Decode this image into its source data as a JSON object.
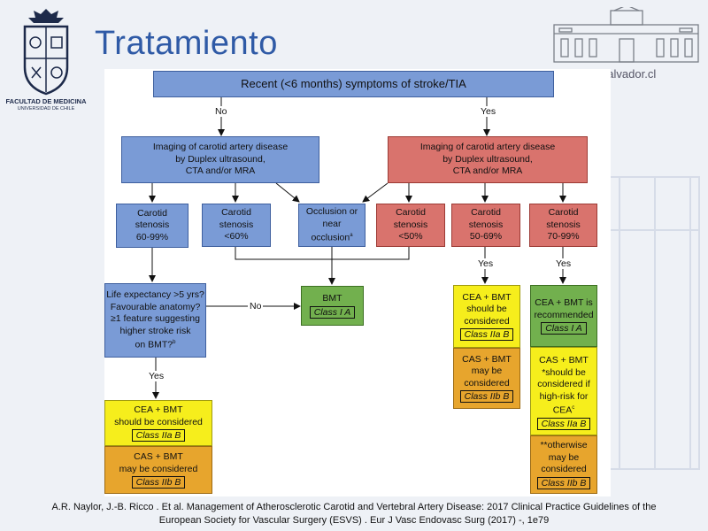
{
  "slide": {
    "title": "Tratamiento",
    "logo_left": {
      "faculty": "FACULTAD DE MEDICINA",
      "university": "UNIVERSIDAD DE CHILE"
    },
    "logo_right": {
      "url": "ugiahsalvador.cl"
    },
    "citation_line1": "A.R. Naylor, J.-B. Ricco . Et al. Management of Atherosclerotic Carotid and Vertebral Artery Disease: 2017 Clinical Practice Guidelines of the",
    "citation_line2": "European Society for Vascular Surgery (ESVS) . Eur J Vasc Endovasc Surg (2017) -, 1e79"
  },
  "flow": {
    "top": "Recent (<6 months) symptoms of stroke/TIA",
    "no_label": "No",
    "yes_label": "Yes",
    "imaging_left": {
      "l1": "Imaging of carotid artery disease",
      "l2": "by Duplex ultrasound,",
      "l3": "CTA and/or MRA"
    },
    "imaging_right": {
      "l1": "Imaging of carotid artery disease",
      "l2": "by Duplex ultrasound,",
      "l3": "CTA and/or MRA"
    },
    "stenosis_60_99": {
      "l1": "Carotid",
      "l2": "stenosis",
      "l3": "60-99%"
    },
    "stenosis_lt60": {
      "l1": "Carotid",
      "l2": "stenosis",
      "l3": "<60%"
    },
    "occlusion": {
      "l1": "Occlusion or",
      "l2": "near",
      "l3": "occlusion",
      "sup": "a"
    },
    "stenosis_lt50": {
      "l1": "Carotid",
      "l2": "stenosis",
      "l3": "<50%"
    },
    "stenosis_50_69": {
      "l1": "Carotid",
      "l2": "stenosis",
      "l3": "50-69%"
    },
    "stenosis_70_99": {
      "l1": "Carotid",
      "l2": "stenosis",
      "l3": "70-99%"
    },
    "life_expectancy": {
      "l1": "Life expectancy >5 yrs?",
      "l2": "Favourable anatomy?",
      "l3": "≥1 feature suggesting",
      "l4": "higher stroke risk",
      "l5": "on BMT?",
      "sup": "b"
    },
    "no_arrow_label": "No",
    "yes_left": "Yes",
    "yes_mid": "Yes",
    "yes_right": "Yes",
    "bmt": {
      "title": "BMT",
      "class": "Class I A"
    },
    "cea_left": {
      "l1": "CEA + BMT",
      "l2": "should be considered",
      "class": "Class IIa B"
    },
    "cas_left": {
      "l1": "CAS + BMT",
      "l2": "may be considered",
      "class": "Class IIb B"
    },
    "cea_mid": {
      "l1": "CEA + BMT",
      "l2": "should be",
      "l3": "considered",
      "class": "Class IIa B"
    },
    "cas_mid": {
      "l1": "CAS + BMT",
      "l2": "may be",
      "l3": "considered",
      "class": "Class IIb B"
    },
    "cea_right": {
      "l1": "CEA + BMT is",
      "l2": "recommended",
      "class": "Class I A"
    },
    "cas_right": {
      "l1": "CAS + BMT",
      "l2": "*should be",
      "l3": "considered if",
      "l4": "high-risk for",
      "l5": "CEA",
      "sup": "c",
      "class1": "Class IIa B",
      "l6": "**otherwise",
      "l7": "may be",
      "l8": "considered",
      "class2": "Class IIb B"
    }
  },
  "colors": {
    "blue": "#7a9bd6",
    "red": "#d9736d",
    "green": "#72b04e",
    "yellow": "#f6ee1c",
    "orange": "#e7a52d",
    "title": "#2f5aa6"
  }
}
